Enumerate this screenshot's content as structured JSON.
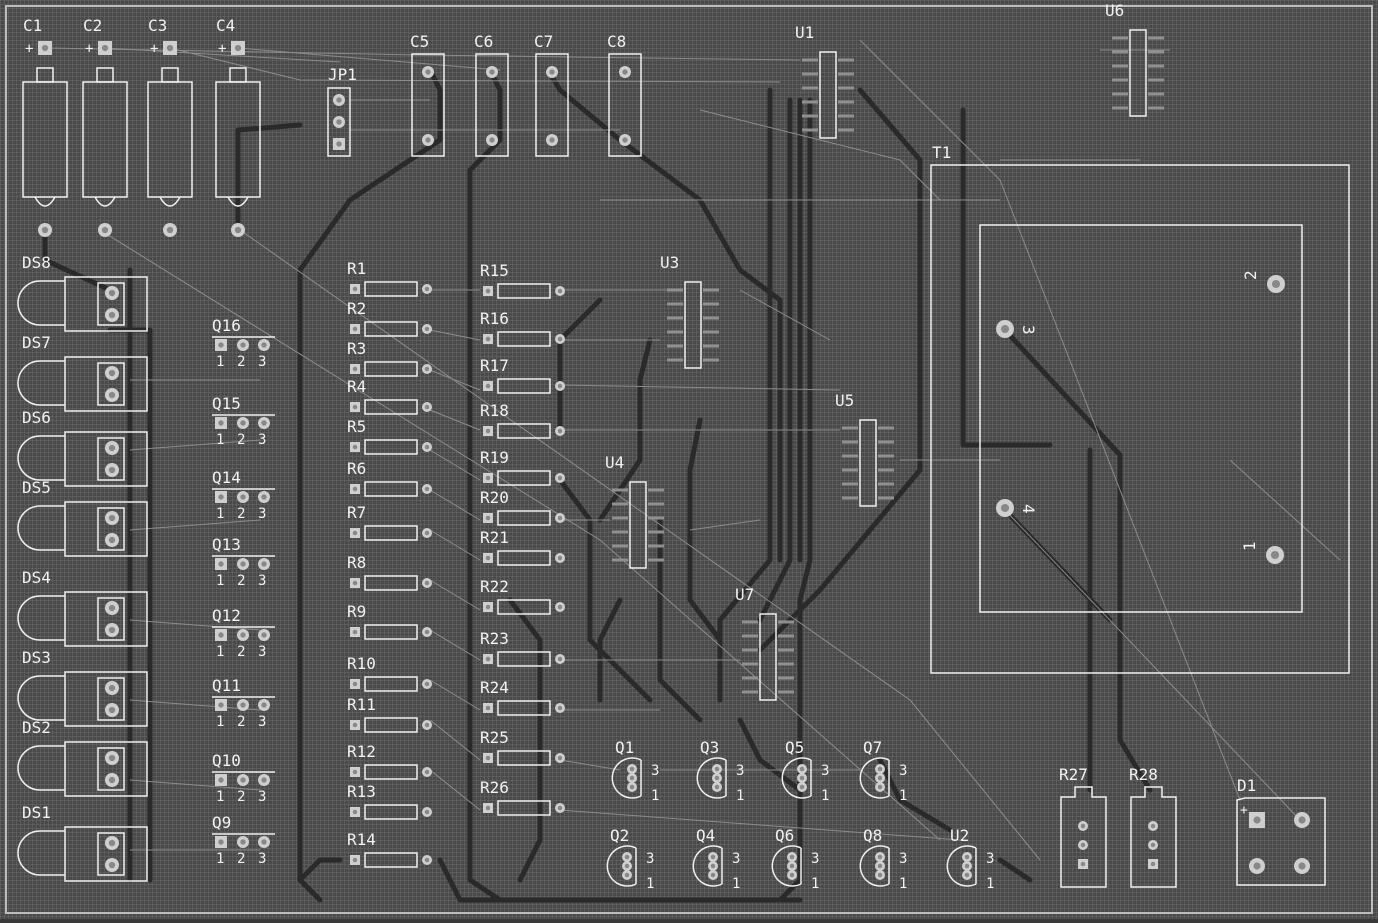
{
  "board": {
    "colors": {
      "background": "#4a4a4a",
      "silkscreen": "#f0f0f0",
      "trace": "#2a2a2a",
      "pad": "#cfcfcf",
      "hole": "#888888",
      "ratsnest": "#8c8c8c"
    }
  },
  "capacitors_top": [
    "C1",
    "C2",
    "C3",
    "C4"
  ],
  "capacitors_film": [
    "C5",
    "C6",
    "C7",
    "C8"
  ],
  "jumper": "JP1",
  "leds": [
    "DS8",
    "DS7",
    "DS6",
    "DS5",
    "DS4",
    "DS3",
    "DS2",
    "DS1"
  ],
  "transistors_left": [
    "Q16",
    "Q15",
    "Q14",
    "Q13",
    "Q12",
    "Q11",
    "Q10",
    "Q9"
  ],
  "pin_numbers": [
    "1",
    "2",
    "3"
  ],
  "plus_mark": "+",
  "resistors_col1": [
    "R1",
    "R2",
    "R3",
    "R4",
    "R5",
    "R6",
    "R7",
    "R8",
    "R9",
    "R10",
    "R11",
    "R12",
    "R13",
    "R14"
  ],
  "resistors_col2": [
    "R15",
    "R16",
    "R17",
    "R18",
    "R19",
    "R20",
    "R21",
    "R22",
    "R23",
    "R24",
    "R25",
    "R26"
  ],
  "ics": [
    "U1",
    "U3",
    "U4",
    "U5",
    "U6",
    "U7"
  ],
  "transformer": {
    "label": "T1",
    "pins": [
      "2",
      "3",
      "4",
      "1"
    ]
  },
  "transistors_bottom_row1": [
    "Q1",
    "Q3",
    "Q5",
    "Q7"
  ],
  "transistors_bottom_row2": [
    "Q2",
    "Q4",
    "Q6",
    "Q8",
    "U2"
  ],
  "trimmers": [
    "R27",
    "R28"
  ],
  "bridge": "D1"
}
